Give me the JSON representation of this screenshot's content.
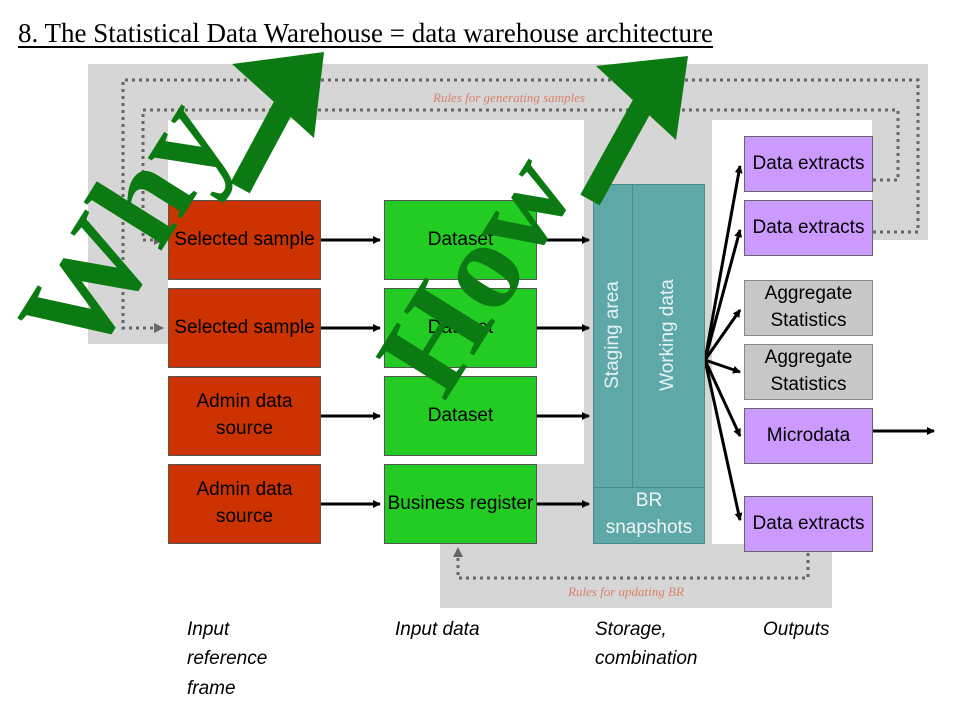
{
  "title": "8. The Statistical Data Warehouse = data warehouse architecture",
  "rules_top": "Rules for generating samples",
  "rules_bottom": "Rules for updating BR",
  "inputs": [
    "Selected sample",
    "Selected sample",
    "Admin data source",
    "Admin data source"
  ],
  "datasets": [
    "Dataset",
    "Dataset",
    "Dataset",
    "Business register"
  ],
  "storage": {
    "staging_area": "Staging area",
    "working_data": "Working data",
    "br_snapshots": "BR snapshots"
  },
  "outputs": [
    "Data extracts",
    "Data extracts",
    "Aggregate Statistics",
    "Aggregate Statistics",
    "Microdata",
    "Data extracts"
  ],
  "columns": [
    "Input reference frame",
    "Input data",
    "Storage, combination",
    "Outputs"
  ],
  "overlay": {
    "why": "Why",
    "how": "How"
  },
  "colors": {
    "arrow_green": "#0b7a12",
    "input_red": "#cc3300",
    "dataset_green": "#22cc22",
    "output_purple": "#cc99ff",
    "output_grey": "#c8c8c8",
    "storage_teal": "#5fa8a8"
  }
}
